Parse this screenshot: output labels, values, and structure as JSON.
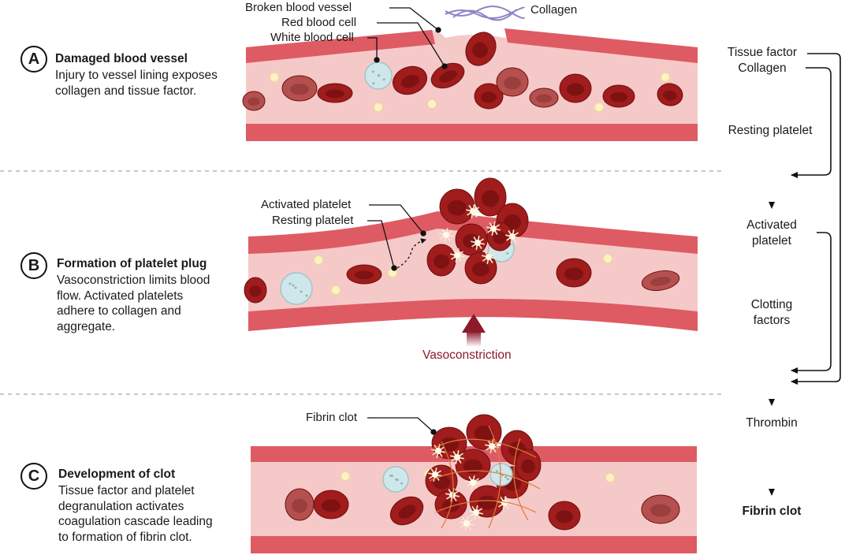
{
  "panels": [
    {
      "letter": "A",
      "title": "Damaged blood vessel",
      "description": "Injury to vessel lining exposes\ncollagen and tissue factor."
    },
    {
      "letter": "B",
      "title": "Formation of platelet plug",
      "description": "Vasoconstriction limits blood\nflow. Activated platelets\nadhere to collagen and\naggregate."
    },
    {
      "letter": "C",
      "title": "Development of clot",
      "description": "Tissue factor and platelet\ndegranulation activates\ncoagulation cascade leading\nto formation of fibrin clot."
    }
  ],
  "callouts": {
    "broken_vessel": "Broken blood vessel",
    "red_cell": "Red blood cell",
    "white_cell": "White blood cell",
    "collagen": "Collagen",
    "activated_platelet": "Activated platelet",
    "resting_platelet": "Resting platelet",
    "fibrin_clot": "Fibrin clot",
    "vasoconstriction": "Vasoconstriction"
  },
  "flow": {
    "tissue_factor": "Tissue factor",
    "collagen": "Collagen",
    "resting_platelet": "Resting platelet",
    "activated_platelet": "Activated\nplatelet",
    "clotting_factors": "Clotting\nfactors",
    "thrombin": "Thrombin",
    "fibrin_clot": "Fibrin clot"
  },
  "colors": {
    "vessel_wall": "#de5b63",
    "vessel_lumen": "#f6c9c9",
    "red_cell": "#a11c1c",
    "red_cell_dim": "#b4514f",
    "white_cell": "#cfe7ea",
    "platelet": "#fdf3c0",
    "vasoconstriction": "#8b1a2a",
    "collagen": "#8f83c4"
  }
}
